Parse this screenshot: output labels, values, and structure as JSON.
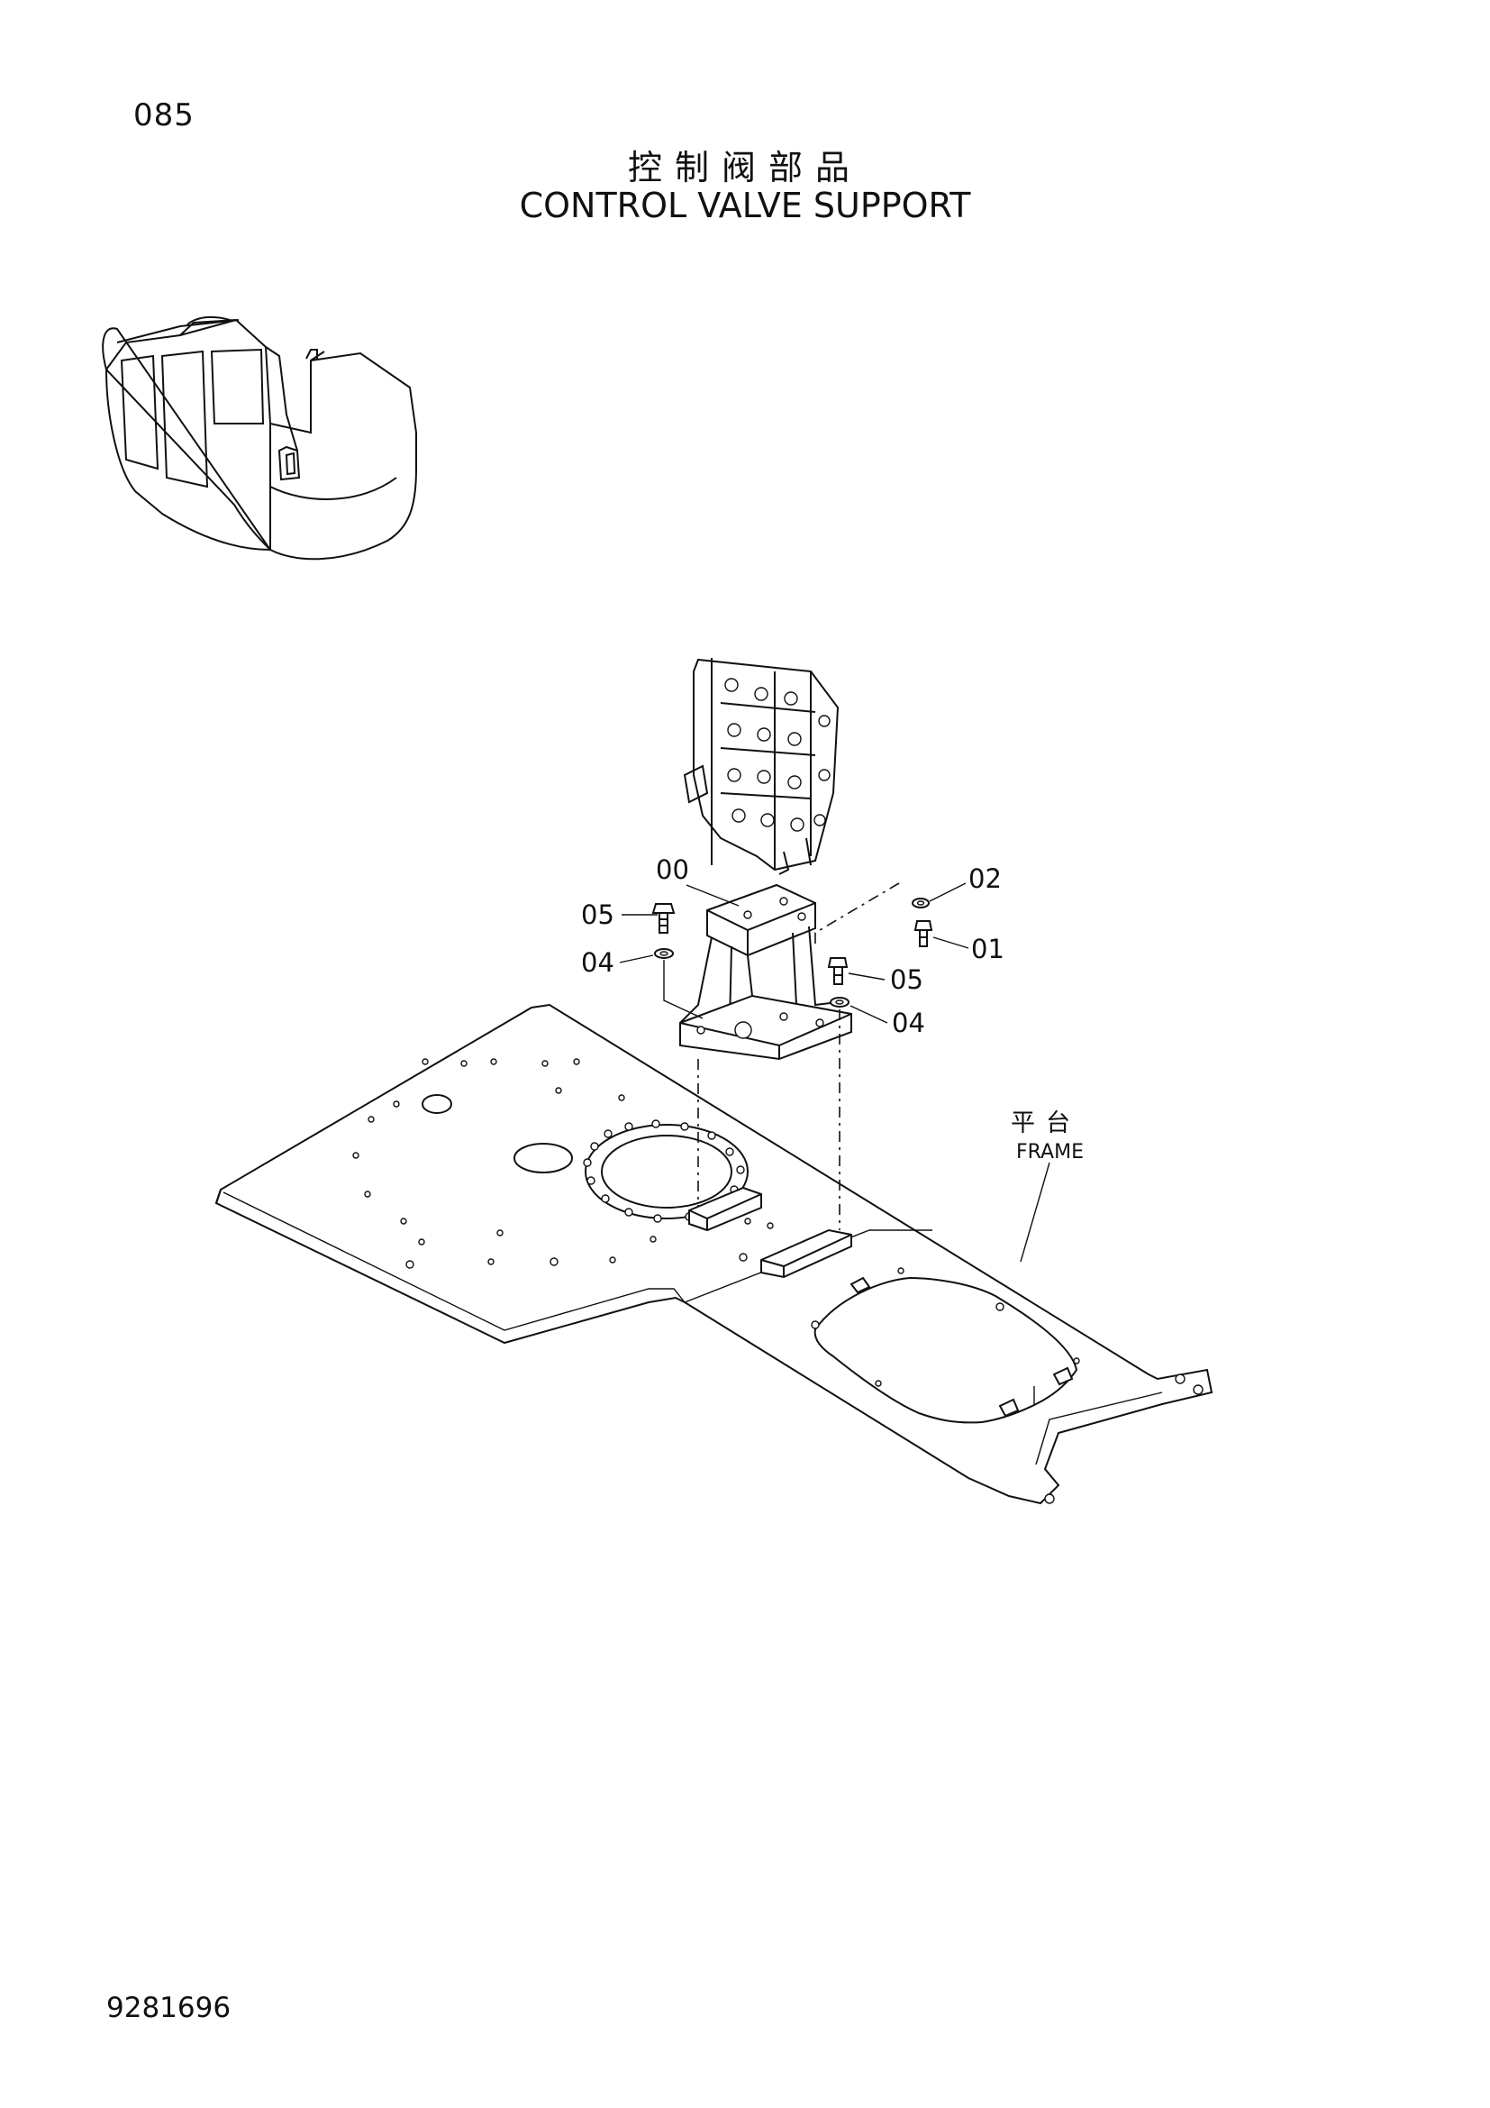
{
  "header": {
    "page_number": "085",
    "title_cn": "控制阀部品",
    "title_en": "CONTROL VALVE SUPPORT"
  },
  "callouts": {
    "c00": "00",
    "c01": "01",
    "c02": "02",
    "c04_left": "04",
    "c04_right": "04",
    "c05_left": "05",
    "c05_right": "05"
  },
  "frame_label": {
    "cn": "平台",
    "en": "FRAME"
  },
  "footer": {
    "doc_number": "9281696"
  }
}
